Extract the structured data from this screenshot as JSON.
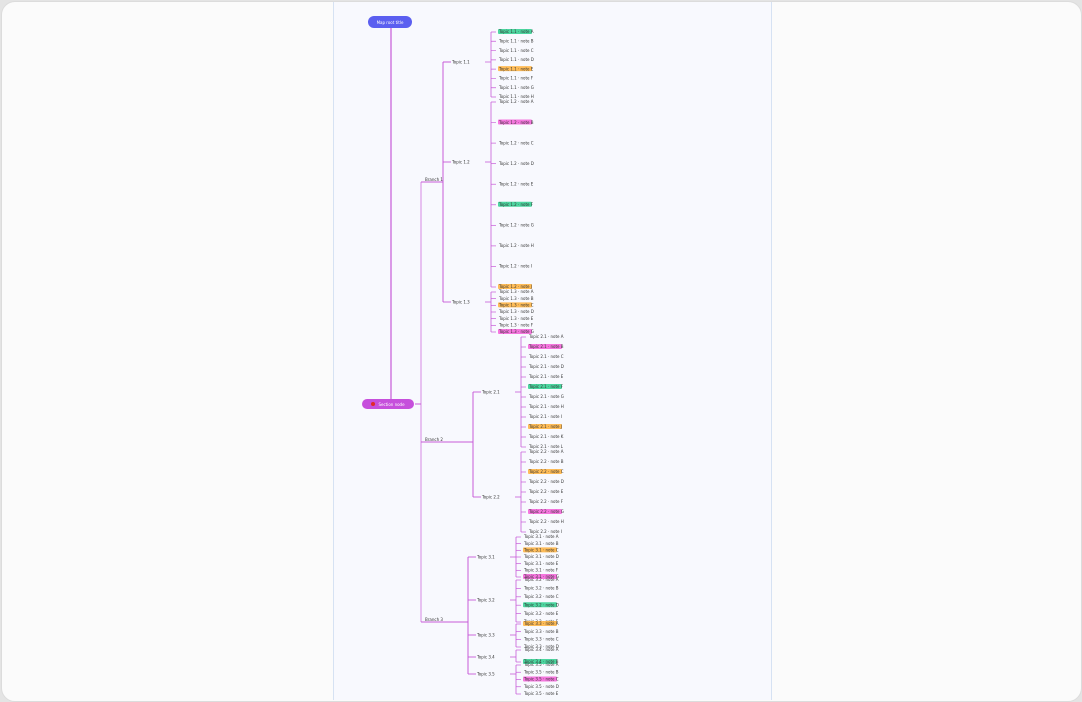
{
  "app": {
    "title": "Mind map viewer"
  },
  "colors": {
    "root_node": "#5b5ff0",
    "sub_node": "#c64fdc",
    "connector": "#c75ad8",
    "hl_green": "#2ecf8e",
    "hl_red": "#ff5a5a",
    "hl_pink": "#f55fd8",
    "hl_blue": "#6ea8ff",
    "hl_orange": "#ffb13b",
    "hl_purple": "#b97cff"
  },
  "root": {
    "label": "Map root title"
  },
  "subroot": {
    "label": "Section node"
  },
  "branches": [
    {
      "label": "Branch 1",
      "children": [
        {
          "label": "Topic 1.1",
          "items": [
            "Topic 1.1 · note A",
            "Topic 1.1 · note B",
            "Topic 1.1 · note C",
            "Topic 1.1 · note D",
            "Topic 1.1 · note E",
            "Topic 1.1 · note F",
            "Topic 1.1 · note G",
            "Topic 1.1 · note H"
          ]
        },
        {
          "label": "Topic 1.2",
          "items": [
            "Topic 1.2 · note A",
            "Topic 1.2 · note B",
            "Topic 1.2 · note C",
            "Topic 1.2 · note D",
            "Topic 1.2 · note E",
            "Topic 1.2 · note F",
            "Topic 1.2 · note G",
            "Topic 1.2 · note H",
            "Topic 1.2 · note I",
            "Topic 1.2 · note J"
          ]
        },
        {
          "label": "Topic 1.3",
          "items": [
            "Topic 1.3 · note A",
            "Topic 1.3 · note B",
            "Topic 1.3 · note C",
            "Topic 1.3 · note D",
            "Topic 1.3 · note E",
            "Topic 1.3 · note F",
            "Topic 1.3 · note G"
          ]
        }
      ]
    },
    {
      "label": "Branch 2",
      "children": [
        {
          "label": "Topic 2.1",
          "items": [
            "Topic 2.1 · note A",
            "Topic 2.1 · note B",
            "Topic 2.1 · note C",
            "Topic 2.1 · note D",
            "Topic 2.1 · note E",
            "Topic 2.1 · note F",
            "Topic 2.1 · note G",
            "Topic 2.1 · note H",
            "Topic 2.1 · note I",
            "Topic 2.1 · note J",
            "Topic 2.1 · note K",
            "Topic 2.1 · note L"
          ]
        },
        {
          "label": "Topic 2.2",
          "items": [
            "Topic 2.2 · note A",
            "Topic 2.2 · note B",
            "Topic 2.2 · note C",
            "Topic 2.2 · note D",
            "Topic 2.2 · note E",
            "Topic 2.2 · note F",
            "Topic 2.2 · note G",
            "Topic 2.2 · note H",
            "Topic 2.2 · note I"
          ]
        }
      ]
    },
    {
      "label": "Branch 3",
      "children": [
        {
          "label": "Topic 3.1",
          "items": [
            "Topic 3.1 · note A",
            "Topic 3.1 · note B",
            "Topic 3.1 · note C",
            "Topic 3.1 · note D",
            "Topic 3.1 · note E",
            "Topic 3.1 · note F",
            "Topic 3.1 · note G"
          ]
        },
        {
          "label": "Topic 3.2",
          "items": [
            "Topic 3.2 · note A",
            "Topic 3.2 · note B",
            "Topic 3.2 · note C",
            "Topic 3.2 · note D",
            "Topic 3.2 · note E",
            "Topic 3.2 · note F"
          ]
        },
        {
          "label": "Topic 3.3",
          "items": [
            "Topic 3.3 · note A",
            "Topic 3.3 · note B",
            "Topic 3.3 · note C",
            "Topic 3.3 · note D"
          ]
        },
        {
          "label": "Topic 3.4",
          "items": [
            "Topic 3.4 · note A",
            "Topic 3.4 · note B"
          ]
        },
        {
          "label": "Topic 3.5",
          "items": [
            "Topic 3.5 · note A",
            "Topic 3.5 · note B",
            "Topic 3.5 · note C",
            "Topic 3.5 · note D",
            "Topic 3.5 · note E"
          ]
        }
      ]
    }
  ]
}
